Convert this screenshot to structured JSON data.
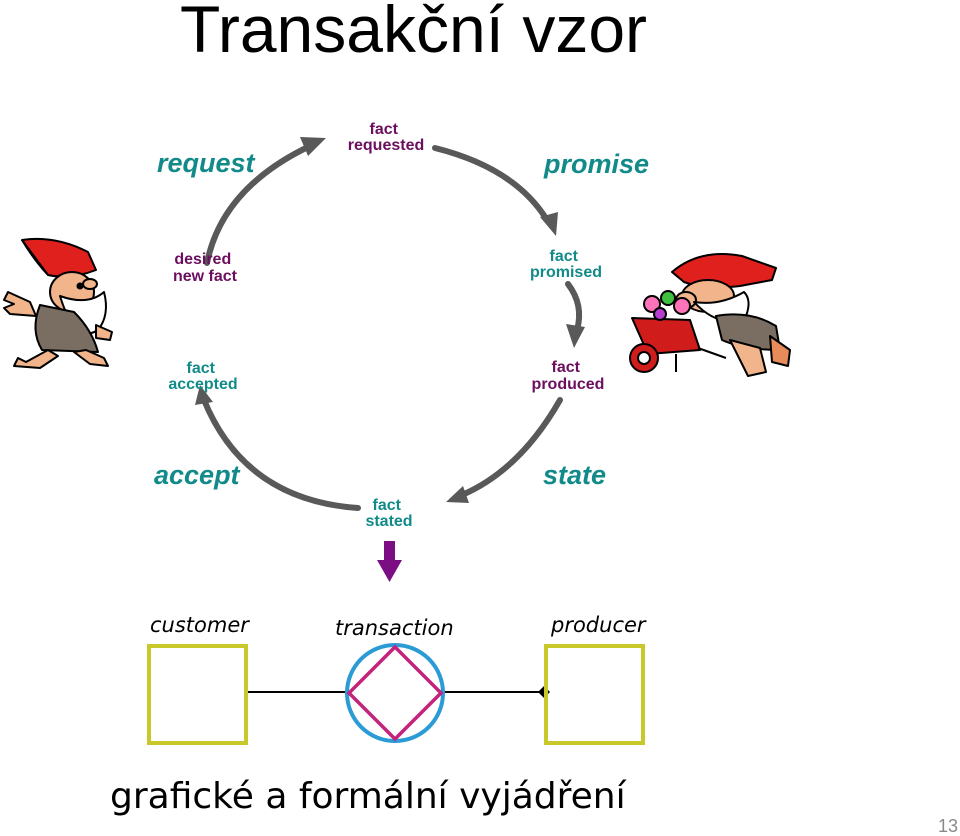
{
  "slide": {
    "title": "Transakční vzor",
    "page_number": "13",
    "caption": "grafické a formální vyjádření"
  },
  "cycle": {
    "facts": {
      "requested": [
        "fact",
        "requested"
      ],
      "desired": [
        "desired",
        "new fact"
      ],
      "promised": [
        "fact",
        "promised"
      ],
      "accepted": [
        "fact",
        "accepted"
      ],
      "produced": [
        "fact",
        "produced"
      ],
      "stated": [
        "fact",
        "stated"
      ]
    },
    "acts": {
      "request": "request",
      "promise": "promise",
      "accept": "accept",
      "state": "state"
    }
  },
  "model": {
    "customer": "customer",
    "transaction": "transaction",
    "producer": "producer"
  },
  "colors": {
    "fact_text": "#6b0f5e",
    "fact_text_teal": "#138a8a",
    "act_text": "#138a8a",
    "cycle_arrow": "#595959",
    "down_arrow": "#7a0e82",
    "box_stroke": "#c8c82a",
    "circle_stroke": "#2b9bd6",
    "diamond_stroke": "#c3237a",
    "connector": "#000000"
  },
  "illustrations": {
    "left": "gnome-waving-icon",
    "right": "gnome-wheelbarrow-icon"
  }
}
